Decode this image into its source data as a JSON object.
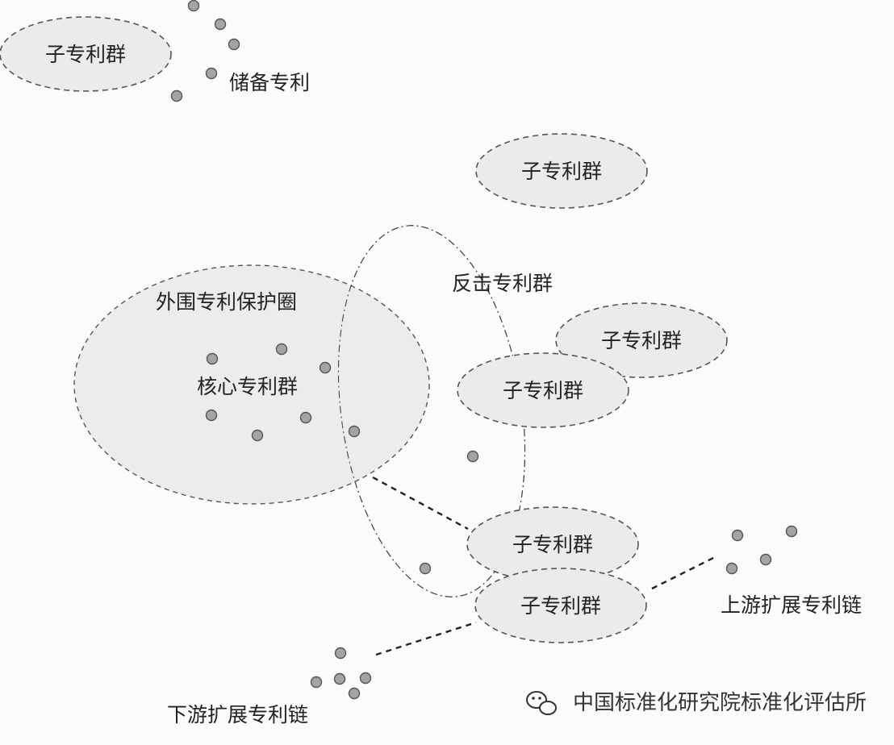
{
  "diagram": {
    "labels": {
      "sub_cluster": "子专利群",
      "reserve": "储备专利",
      "counterattack": "反击专利群",
      "periphery": "外围专利保护圈",
      "core": "核心专利群",
      "upstream": "上游扩展专利链",
      "downstream": "下游扩展专利链"
    },
    "watermark": "中国标准化研究院标准化评估所"
  }
}
